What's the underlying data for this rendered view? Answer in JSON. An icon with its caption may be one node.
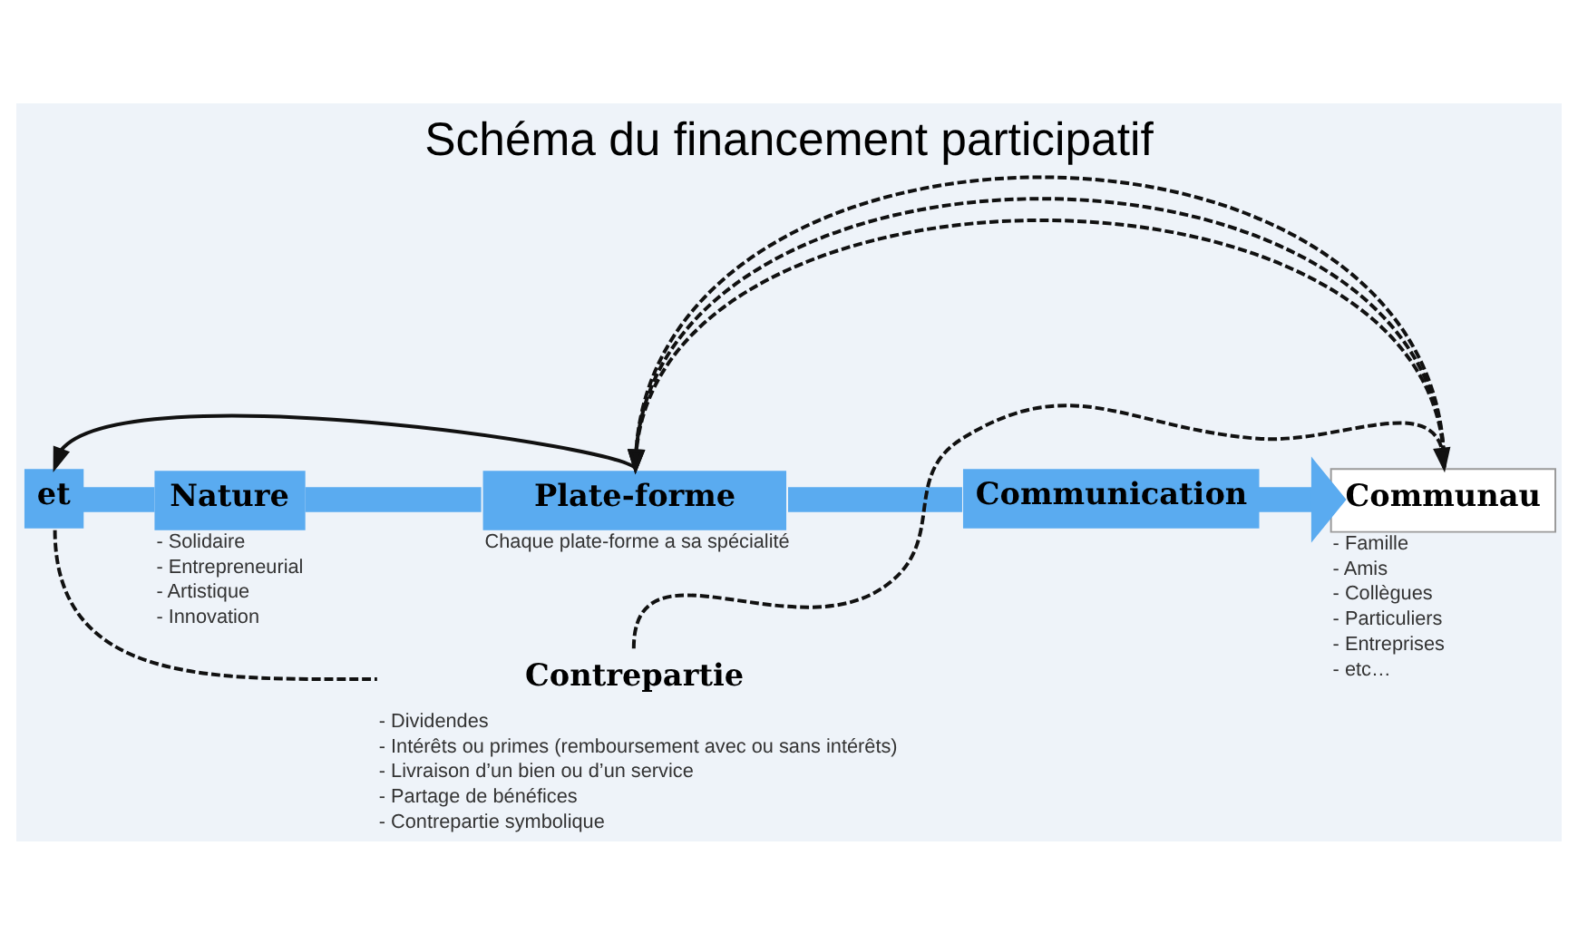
{
  "diagram": {
    "title": "Schéma du financement participatif",
    "nodes": [
      {
        "text": [
          "et"
        ]
      },
      {
        "text": [
          "Nature"
        ],
        "beside": [
          "- Solidaire",
          "- Entrepreneurial",
          "- Artistique",
          "- Innovation"
        ]
      },
      {
        "text": [
          "Plate-forme"
        ],
        "beside": [
          "Chaque plate-forme a sa spécialité"
        ]
      },
      {
        "text": [
          "Communication"
        ]
      },
      {
        "text": [
          "Communau"
        ],
        "beside": [
          "- Famille",
          "- Amis",
          "- Collègues",
          "- Particuliers",
          "- Entreprises",
          "- etc…"
        ]
      },
      {
        "text": [
          "Contrepartie"
        ],
        "beside": [
          "- Dividendes",
          "- Intérêts ou primes (remboursement avec ou sans intérêts)",
          "- Livraison d’un bien ou d’un service",
          "- Partage de bénéfices",
          "- Contrepartie symbolique"
        ]
      }
    ],
    "edges": [
      {
        "from": 0,
        "to": 1,
        "arrow": "none",
        "style": "thick",
        "color": "#5aabf0"
      },
      {
        "from": 1,
        "to": 2,
        "arrow": "none",
        "style": "thick",
        "color": "#5aabf0"
      },
      {
        "from": 2,
        "to": 3,
        "arrow": "none",
        "style": "thick",
        "color": "#5aabf0"
      },
      {
        "from": 3,
        "to": 4,
        "arrow": "to",
        "style": "thick",
        "color": "#5aabf0"
      },
      {
        "from": 2,
        "to": 0,
        "arrow": "to"
      },
      {
        "from": 4,
        "to": 2,
        "arrow": "to",
        "style": "dashed"
      },
      {
        "from": 4,
        "to": 2,
        "arrow": "to",
        "style": "dashed"
      },
      {
        "from": 4,
        "to": 2,
        "arrow": "to",
        "style": "dashed"
      },
      {
        "from": 0,
        "to": 5,
        "arrow": "none",
        "style": "dashed"
      },
      {
        "from": 5,
        "to": 4,
        "arrow": "to",
        "style": "dashed"
      }
    ]
  }
}
